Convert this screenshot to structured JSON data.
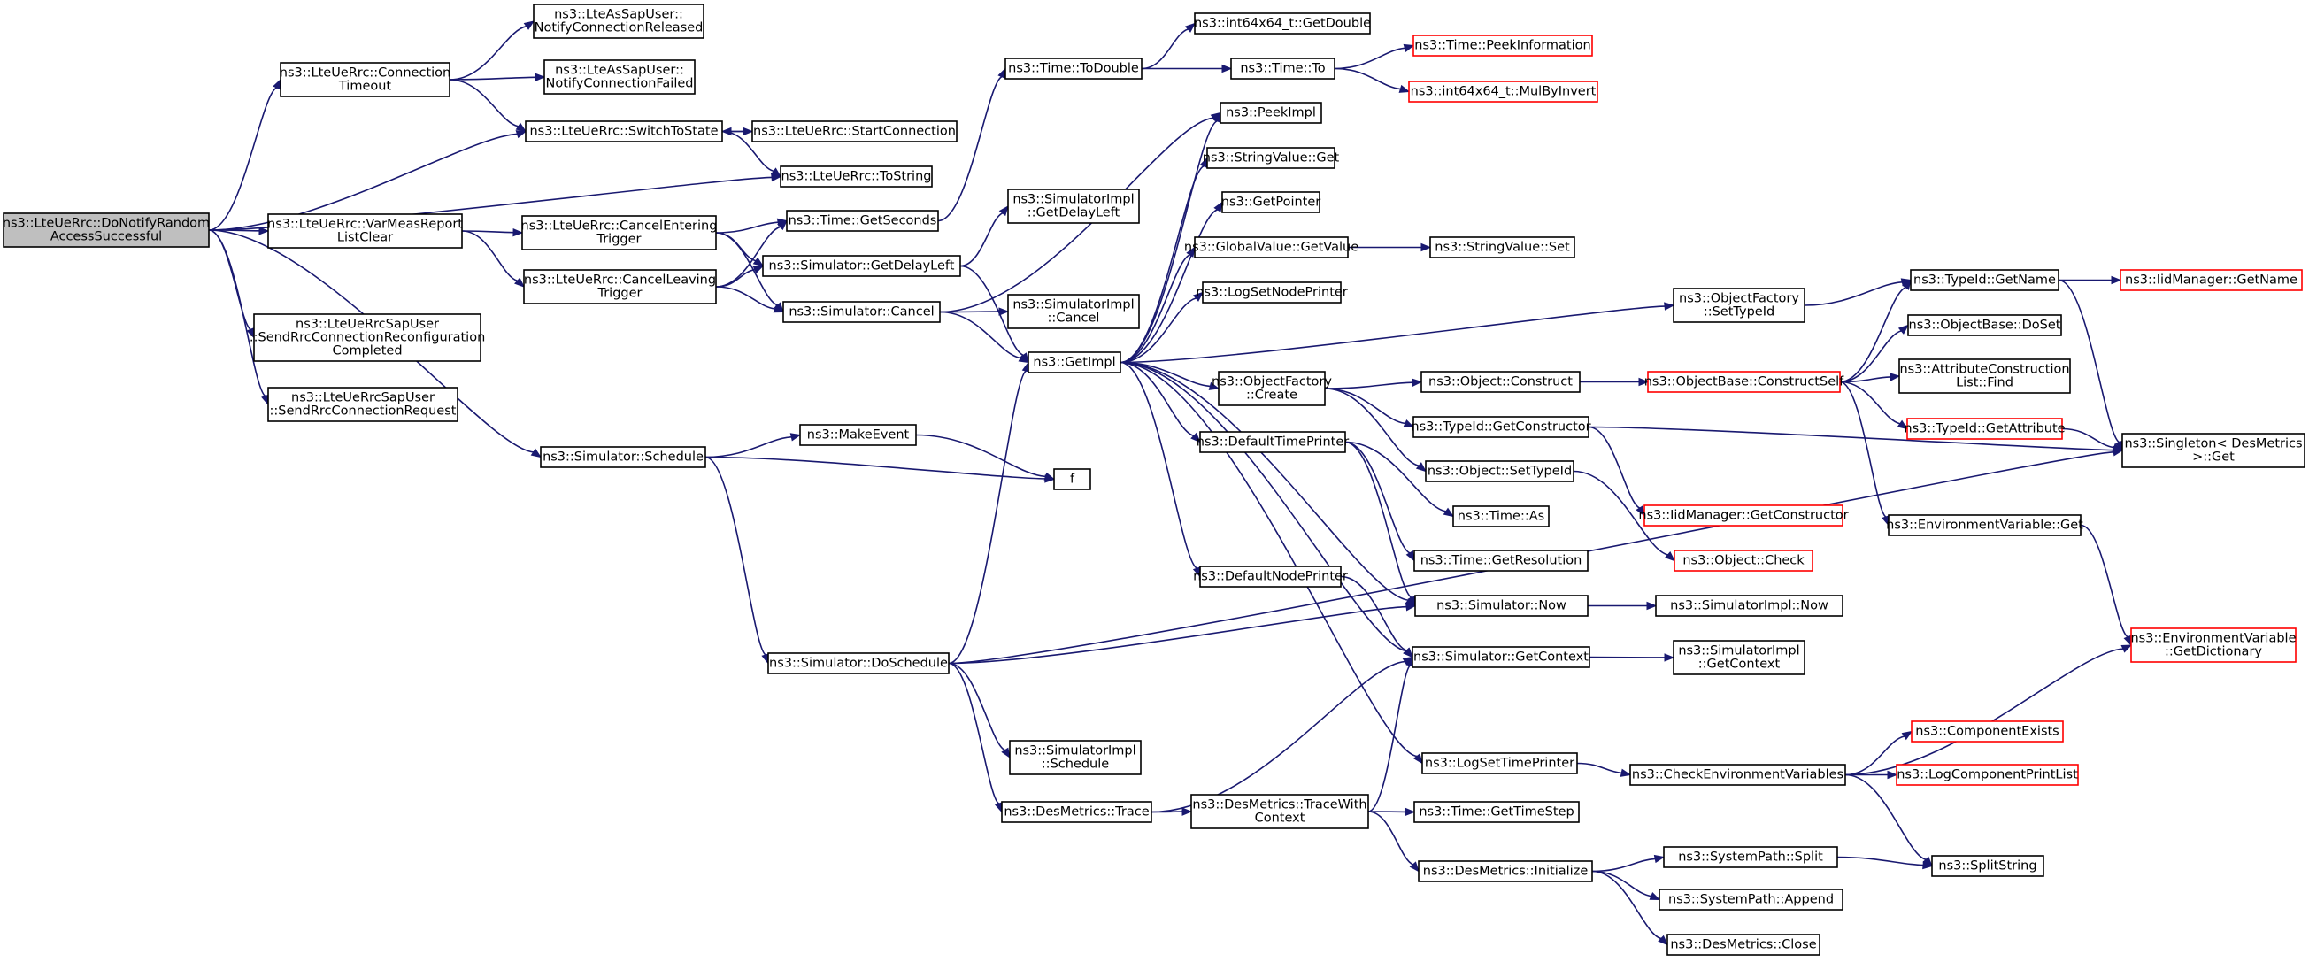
{
  "colors": {
    "edge": "#191970",
    "node_border": "#000000",
    "node_border_truncated": "#ff0000",
    "root_fill": "#bfbfbf",
    "node_fill": "#ffffff",
    "text": "#000000"
  },
  "nodes": [
    {
      "id": "root",
      "lines": [
        "ns3::LteUeRrc::DoNotifyRandom",
        "AccessSuccessful"
      ],
      "style": "root"
    },
    {
      "id": "ltuconn",
      "lines": [
        "ns3::LteUeRrc::Connection",
        "Timeout"
      ]
    },
    {
      "id": "asrel",
      "lines": [
        "ns3::LteAsSapUser::",
        "NotifyConnectionReleased"
      ]
    },
    {
      "id": "asfail",
      "lines": [
        "ns3::LteAsSapUser::",
        "NotifyConnectionFailed"
      ]
    },
    {
      "id": "switch",
      "lines": [
        "ns3::LteUeRrc::SwitchToState"
      ]
    },
    {
      "id": "startconn",
      "lines": [
        "ns3::LteUeRrc::StartConnection"
      ]
    },
    {
      "id": "tostring",
      "lines": [
        "ns3::LteUeRrc::ToString"
      ]
    },
    {
      "id": "varmeas",
      "lines": [
        "ns3::LteUeRrc::VarMeasReport",
        "ListClear"
      ]
    },
    {
      "id": "cancelent",
      "lines": [
        "ns3::LteUeRrc::CancelEntering",
        "Trigger"
      ]
    },
    {
      "id": "cancellea",
      "lines": [
        "ns3::LteUeRrc::CancelLeaving",
        "Trigger"
      ]
    },
    {
      "id": "sapreconf",
      "lines": [
        "ns3::LteUeRrcSapUser",
        "::SendRrcConnectionReconfiguration",
        "Completed"
      ]
    },
    {
      "id": "sapreq",
      "lines": [
        "ns3::LteUeRrcSapUser",
        "::SendRrcConnectionRequest"
      ]
    },
    {
      "id": "simsched",
      "lines": [
        "ns3::Simulator::Schedule"
      ]
    },
    {
      "id": "makeevent",
      "lines": [
        "ns3::MakeEvent"
      ]
    },
    {
      "id": "f",
      "lines": [
        "f"
      ]
    },
    {
      "id": "dosched",
      "lines": [
        "ns3::Simulator::DoSchedule"
      ]
    },
    {
      "id": "simimplsched",
      "lines": [
        "ns3::SimulatorImpl",
        "::Schedule"
      ]
    },
    {
      "id": "destrace",
      "lines": [
        "ns3::DesMetrics::Trace"
      ]
    },
    {
      "id": "destracectx",
      "lines": [
        "ns3::DesMetrics::TraceWith",
        "Context"
      ]
    },
    {
      "id": "gettimestep",
      "lines": [
        "ns3::Time::GetTimeStep"
      ]
    },
    {
      "id": "desinit",
      "lines": [
        "ns3::DesMetrics::Initialize"
      ]
    },
    {
      "id": "syssplit",
      "lines": [
        "ns3::SystemPath::Split"
      ]
    },
    {
      "id": "sysappend",
      "lines": [
        "ns3::SystemPath::Append"
      ]
    },
    {
      "id": "desclose",
      "lines": [
        "ns3::DesMetrics::Close"
      ]
    },
    {
      "id": "splitstring",
      "lines": [
        "ns3::SplitString"
      ]
    },
    {
      "id": "getseconds",
      "lines": [
        "ns3::Time::GetSeconds"
      ]
    },
    {
      "id": "todouble",
      "lines": [
        "ns3::Time::ToDouble"
      ]
    },
    {
      "id": "getdouble",
      "lines": [
        "ns3::int64x64_t::GetDouble"
      ]
    },
    {
      "id": "timeto",
      "lines": [
        "ns3::Time::To"
      ]
    },
    {
      "id": "peekinfo",
      "lines": [
        "ns3::Time::PeekInformation"
      ],
      "style": "truncated"
    },
    {
      "id": "mulbyinv",
      "lines": [
        "ns3::int64x64_t::MulByInvert"
      ],
      "style": "truncated"
    },
    {
      "id": "getdelayleft",
      "lines": [
        "ns3::Simulator::GetDelayLeft"
      ]
    },
    {
      "id": "implgetdelay",
      "lines": [
        "ns3::SimulatorImpl",
        "::GetDelayLeft"
      ]
    },
    {
      "id": "simcancel",
      "lines": [
        "ns3::Simulator::Cancel"
      ]
    },
    {
      "id": "implcancel",
      "lines": [
        "ns3::SimulatorImpl",
        "::Cancel"
      ]
    },
    {
      "id": "getimpl",
      "lines": [
        "ns3::GetImpl"
      ]
    },
    {
      "id": "peekimpl",
      "lines": [
        "ns3::PeekImpl"
      ]
    },
    {
      "id": "strvalget",
      "lines": [
        "ns3::StringValue::Get"
      ]
    },
    {
      "id": "getpointer",
      "lines": [
        "ns3::GetPointer"
      ]
    },
    {
      "id": "gvgetvalue",
      "lines": [
        "ns3::GlobalValue::GetValue"
      ]
    },
    {
      "id": "strvalset",
      "lines": [
        "ns3::StringValue::Set"
      ]
    },
    {
      "id": "logsetnode",
      "lines": [
        "ns3::LogSetNodePrinter"
      ]
    },
    {
      "id": "objfactcreate",
      "lines": [
        "ns3::ObjectFactory",
        "::Create"
      ]
    },
    {
      "id": "objconstruct",
      "lines": [
        "ns3::Object::Construct"
      ]
    },
    {
      "id": "constructself",
      "lines": [
        "ns3::ObjectBase::ConstructSelf"
      ],
      "style": "truncated"
    },
    {
      "id": "typeidgetctor",
      "lines": [
        "ns3::TypeId::GetConstructor"
      ]
    },
    {
      "id": "objsettypeid",
      "lines": [
        "ns3::Object::SetTypeId"
      ]
    },
    {
      "id": "iidgetctor",
      "lines": [
        "ns3::IidManager::GetConstructor"
      ],
      "style": "truncated"
    },
    {
      "id": "objcheck",
      "lines": [
        "ns3::Object::Check"
      ],
      "style": "truncated"
    },
    {
      "id": "deftimeprinter",
      "lines": [
        "ns3::DefaultTimePrinter"
      ]
    },
    {
      "id": "timeas",
      "lines": [
        "ns3::Time::As"
      ]
    },
    {
      "id": "getresolution",
      "lines": [
        "ns3::Time::GetResolution"
      ]
    },
    {
      "id": "simnow",
      "lines": [
        "ns3::Simulator::Now"
      ]
    },
    {
      "id": "implnow",
      "lines": [
        "ns3::SimulatorImpl::Now"
      ]
    },
    {
      "id": "defnodeprinter",
      "lines": [
        "ns3::DefaultNodePrinter"
      ]
    },
    {
      "id": "simgetctx",
      "lines": [
        "ns3::Simulator::GetContext"
      ]
    },
    {
      "id": "implgetctx",
      "lines": [
        "ns3::SimulatorImpl",
        "::GetContext"
      ]
    },
    {
      "id": "logsettime",
      "lines": [
        "ns3::LogSetTimePrinter"
      ]
    },
    {
      "id": "checkenv",
      "lines": [
        "ns3::CheckEnvironmentVariables"
      ]
    },
    {
      "id": "compexists",
      "lines": [
        "ns3::ComponentExists"
      ],
      "style": "truncated"
    },
    {
      "id": "logcompprint",
      "lines": [
        "ns3::LogComponentPrintList"
      ],
      "style": "truncated"
    },
    {
      "id": "ofsettypeid",
      "lines": [
        "ns3::ObjectFactory",
        "::SetTypeId"
      ]
    },
    {
      "id": "typeidgetname",
      "lines": [
        "ns3::TypeId::GetName"
      ]
    },
    {
      "id": "iidgetname",
      "lines": [
        "ns3::IidManager::GetName"
      ],
      "style": "truncated"
    },
    {
      "id": "objbasedoset",
      "lines": [
        "ns3::ObjectBase::DoSet"
      ]
    },
    {
      "id": "attrfind",
      "lines": [
        "ns3::AttributeConstruction",
        "List::Find"
      ]
    },
    {
      "id": "typeidgetattr",
      "lines": [
        "ns3::TypeId::GetAttribute"
      ],
      "style": "truncated"
    },
    {
      "id": "singletonget",
      "lines": [
        "ns3::Singleton< DesMetrics",
        " >::Get"
      ]
    },
    {
      "id": "envget",
      "lines": [
        "ns3::EnvironmentVariable::Get"
      ]
    },
    {
      "id": "envgetdict",
      "lines": [
        "ns3::EnvironmentVariable",
        "::GetDictionary"
      ],
      "style": "truncated"
    }
  ],
  "edges": [
    [
      "root",
      "ltuconn"
    ],
    [
      "root",
      "switch"
    ],
    [
      "root",
      "tostring"
    ],
    [
      "root",
      "varmeas"
    ],
    [
      "root",
      "sapreconf"
    ],
    [
      "root",
      "sapreq"
    ],
    [
      "root",
      "simsched"
    ],
    [
      "ltuconn",
      "asrel"
    ],
    [
      "ltuconn",
      "asfail"
    ],
    [
      "ltuconn",
      "switch"
    ],
    [
      "switch",
      "startconn"
    ],
    [
      "switch",
      "tostring"
    ],
    [
      "startconn",
      "switch"
    ],
    [
      "varmeas",
      "cancelent"
    ],
    [
      "varmeas",
      "cancellea"
    ],
    [
      "cancelent",
      "getseconds"
    ],
    [
      "cancelent",
      "getdelayleft"
    ],
    [
      "cancelent",
      "simcancel"
    ],
    [
      "cancellea",
      "getseconds"
    ],
    [
      "cancellea",
      "getdelayleft"
    ],
    [
      "cancellea",
      "simcancel"
    ],
    [
      "getseconds",
      "todouble"
    ],
    [
      "todouble",
      "getdouble"
    ],
    [
      "todouble",
      "timeto"
    ],
    [
      "timeto",
      "peekinfo"
    ],
    [
      "timeto",
      "mulbyinv"
    ],
    [
      "getdelayleft",
      "implgetdelay"
    ],
    [
      "getdelayleft",
      "getimpl"
    ],
    [
      "simcancel",
      "implcancel"
    ],
    [
      "simcancel",
      "getimpl"
    ],
    [
      "simcancel",
      "peekimpl"
    ],
    [
      "simsched",
      "makeevent"
    ],
    [
      "simsched",
      "f"
    ],
    [
      "simsched",
      "dosched"
    ],
    [
      "makeevent",
      "f"
    ],
    [
      "dosched",
      "getimpl"
    ],
    [
      "dosched",
      "simnow"
    ],
    [
      "dosched",
      "simimplsched"
    ],
    [
      "dosched",
      "destrace"
    ],
    [
      "dosched",
      "singletonget"
    ],
    [
      "destrace",
      "simgetctx"
    ],
    [
      "destrace",
      "destracectx"
    ],
    [
      "destracectx",
      "simgetctx"
    ],
    [
      "destracectx",
      "gettimestep"
    ],
    [
      "destracectx",
      "desinit"
    ],
    [
      "desinit",
      "syssplit"
    ],
    [
      "desinit",
      "sysappend"
    ],
    [
      "desinit",
      "desclose"
    ],
    [
      "syssplit",
      "splitstring"
    ],
    [
      "getimpl",
      "peekimpl"
    ],
    [
      "getimpl",
      "strvalget"
    ],
    [
      "getimpl",
      "getpointer"
    ],
    [
      "getimpl",
      "gvgetvalue"
    ],
    [
      "getimpl",
      "logsetnode"
    ],
    [
      "getimpl",
      "objfactcreate"
    ],
    [
      "getimpl",
      "deftimeprinter"
    ],
    [
      "getimpl",
      "defnodeprinter"
    ],
    [
      "getimpl",
      "simnow"
    ],
    [
      "getimpl",
      "simgetctx"
    ],
    [
      "getimpl",
      "logsettime"
    ],
    [
      "getimpl",
      "ofsettypeid"
    ],
    [
      "gvgetvalue",
      "strvalset"
    ],
    [
      "objfactcreate",
      "objconstruct"
    ],
    [
      "objfactcreate",
      "typeidgetctor"
    ],
    [
      "objfactcreate",
      "objsettypeid"
    ],
    [
      "objconstruct",
      "constructself"
    ],
    [
      "typeidgetctor",
      "iidgetctor"
    ],
    [
      "typeidgetctor",
      "singletonget"
    ],
    [
      "objsettypeid",
      "objcheck"
    ],
    [
      "deftimeprinter",
      "timeas"
    ],
    [
      "deftimeprinter",
      "getresolution"
    ],
    [
      "deftimeprinter",
      "simnow"
    ],
    [
      "simnow",
      "implnow"
    ],
    [
      "defnodeprinter",
      "simgetctx"
    ],
    [
      "simgetctx",
      "implgetctx"
    ],
    [
      "logsettime",
      "checkenv"
    ],
    [
      "checkenv",
      "compexists"
    ],
    [
      "checkenv",
      "logcompprint"
    ],
    [
      "checkenv",
      "splitstring"
    ],
    [
      "checkenv",
      "envgetdict"
    ],
    [
      "ofsettypeid",
      "typeidgetname"
    ],
    [
      "typeidgetname",
      "iidgetname"
    ],
    [
      "typeidgetname",
      "singletonget"
    ],
    [
      "constructself",
      "typeidgetname"
    ],
    [
      "constructself",
      "objbasedoset"
    ],
    [
      "constructself",
      "attrfind"
    ],
    [
      "constructself",
      "typeidgetattr"
    ],
    [
      "constructself",
      "envget"
    ],
    [
      "typeidgetattr",
      "singletonget"
    ],
    [
      "envget",
      "envgetdict"
    ]
  ]
}
